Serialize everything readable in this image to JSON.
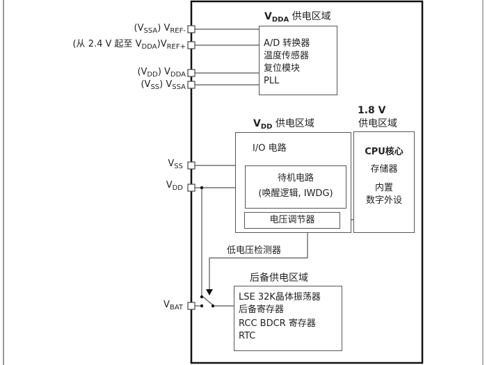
{
  "pins": {
    "vref_minus": {
      "prefix": "(V",
      "prefix_sub": "SSA",
      "prefix_end": ")  V",
      "sub": "REF-"
    },
    "vref_plus": {
      "prefix": "(从 2.4 V 起至 V",
      "prefix_sub": "DDA",
      "prefix_end": ")V",
      "sub": "REF+"
    },
    "vdda": {
      "prefix": "(V",
      "prefix_sub": "DD",
      "prefix_end": ")  V",
      "sub": "DDA"
    },
    "vssa": {
      "prefix": "(V",
      "prefix_sub": "SS",
      "prefix_end": ")  V",
      "sub": "SSA"
    },
    "vss": {
      "main": "V",
      "sub": "SS"
    },
    "vdd": {
      "main": "V",
      "sub": "DD"
    },
    "vbat": {
      "main": "V",
      "sub": "BAT"
    }
  },
  "vdda_domain": {
    "title_v": "V",
    "title_sub": "DDA",
    "title_rest": " 供电区域",
    "items": [
      "A/D 转换器",
      "温度传感器",
      "复位模块",
      "PLL"
    ]
  },
  "vdd_domain": {
    "title_v": "V",
    "title_sub": "DD",
    "title_rest": " 供电区域",
    "io": "I/O 电路",
    "standby_title": "待机电路",
    "standby_detail": "(唤醒逻辑, IWDG)",
    "regulator": "电压调节器"
  },
  "core_domain": {
    "title_line1": "1.8 V",
    "title_line2": "供电区域",
    "items": [
      "CPU核心",
      "存储器",
      "内置",
      "数字外设"
    ]
  },
  "low_voltage_detector": "低电压检测器",
  "backup_domain": {
    "title": "后备供电区域",
    "items": [
      "LSE 32K晶体振荡器",
      "后备寄存器",
      "RCC BDCR 寄存器",
      "RTC"
    ]
  },
  "colors": {
    "line": "#555555",
    "chip_border": "#111111",
    "frame": "#999999"
  }
}
